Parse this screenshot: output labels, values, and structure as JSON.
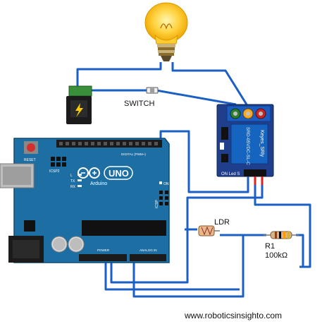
{
  "labels": {
    "switch": "SWITCH",
    "ldr": "LDR",
    "resistor_name": "R1",
    "resistor_value": "100kΩ",
    "website": "www.roboticsinsighto.com"
  },
  "arduino": {
    "brand": "Arduino",
    "model": "UNO",
    "reset": "RESET",
    "icsp2": "ICSP2",
    "icsp": "ICSP",
    "digital": "DIGITAL (PWM~)",
    "tx": "TX",
    "rx": "RX",
    "on": "ON",
    "l": "L",
    "power": "POWER",
    "analog_in": "ANALOG IN"
  },
  "relay": {
    "model": "SRD-05VDC-SL-C",
    "brand": "Keyes_SRly",
    "pins": "ON Led S"
  },
  "colors": {
    "wire": "#1a5fc4",
    "board": "#1d6ea3",
    "relay_board": "#1f3e8c",
    "relay_cube": "#1565c0",
    "bulb": "#ffd23f",
    "red_wire": "#e02020"
  }
}
